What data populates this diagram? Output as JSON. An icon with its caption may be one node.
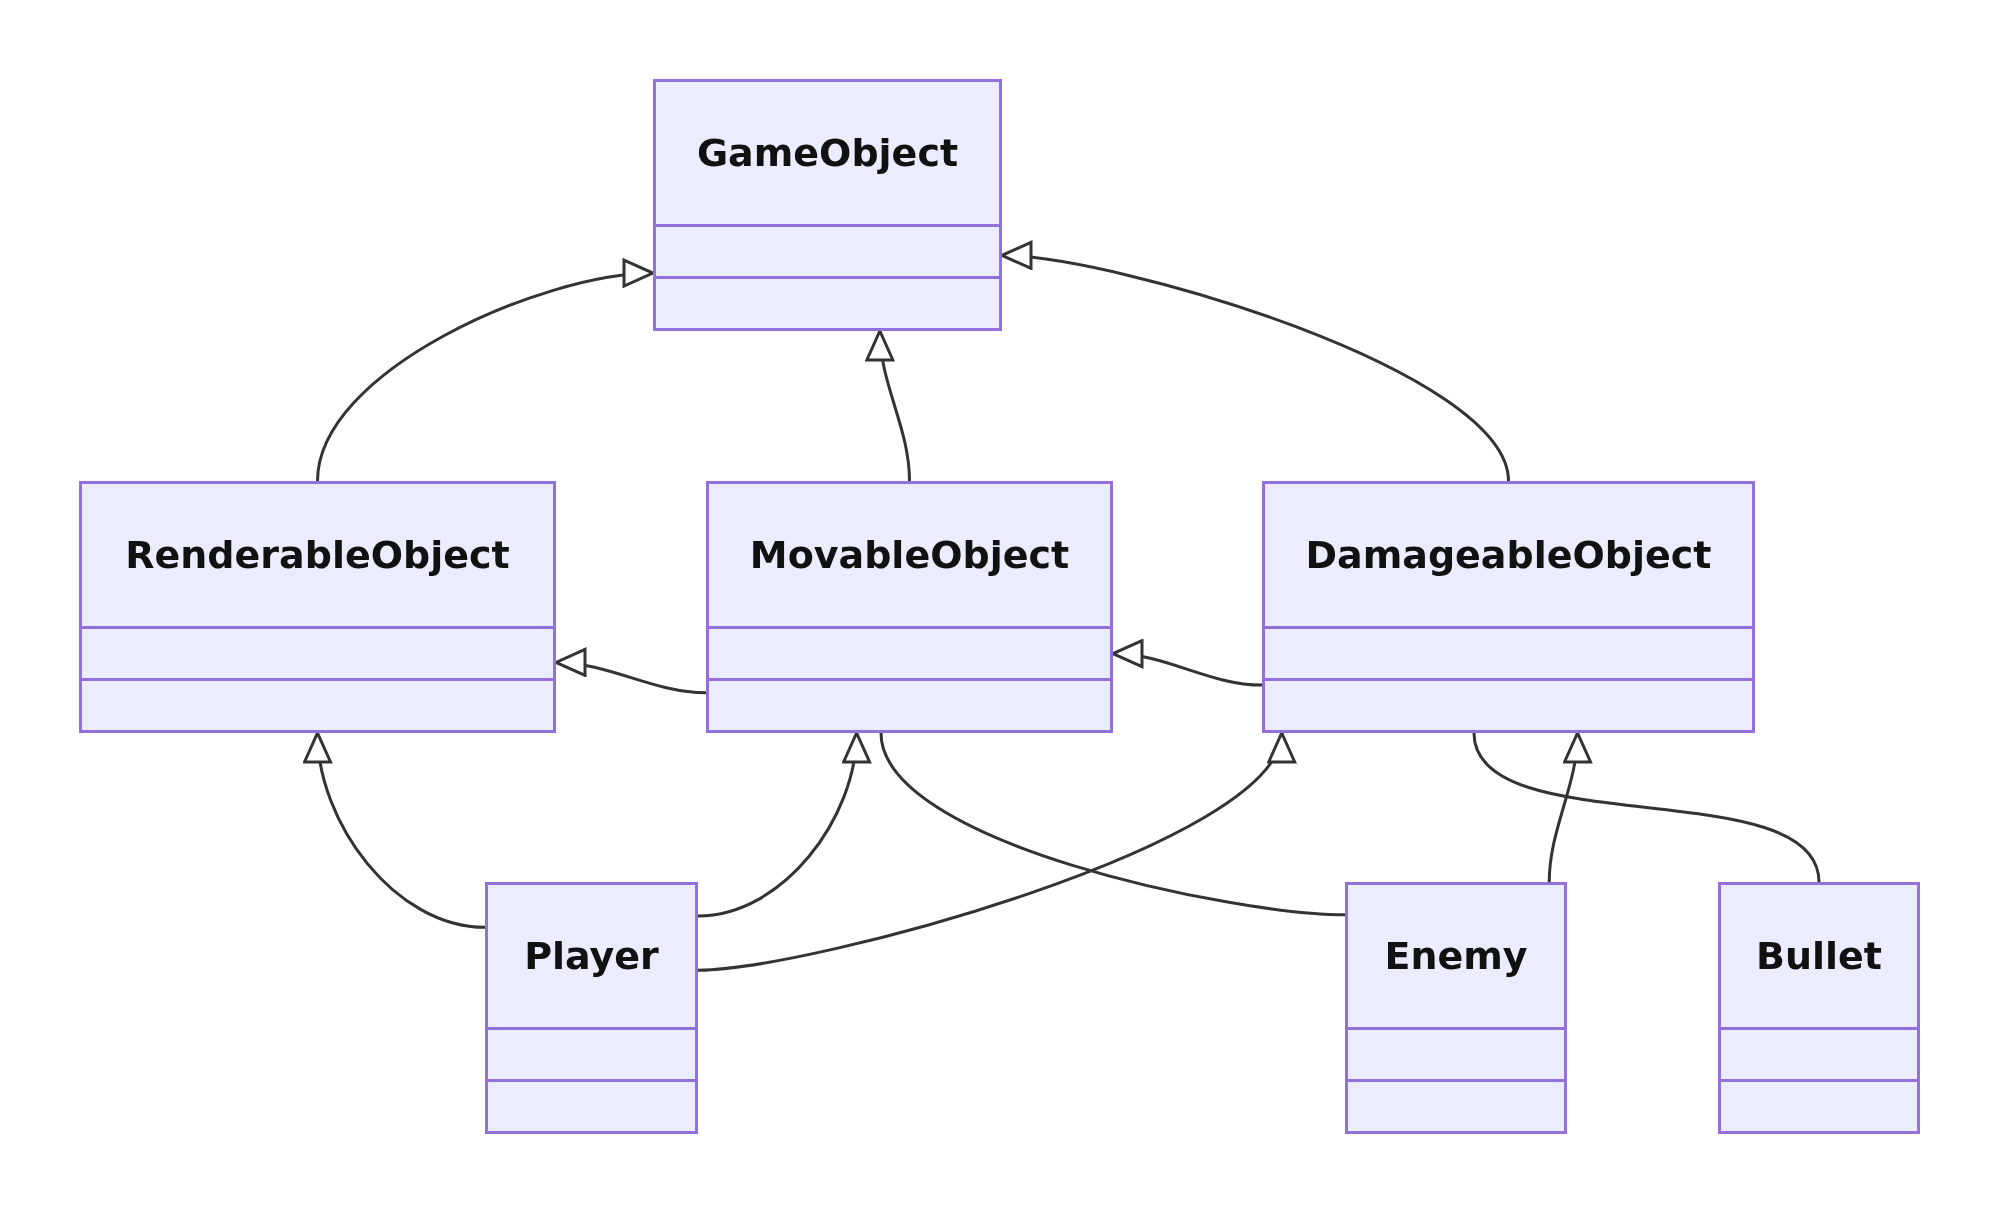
{
  "diagram": {
    "nodes": [
      {
        "text": [
          "GameObject"
        ]
      },
      {
        "text": [
          "RenderableObject"
        ]
      },
      {
        "text": [
          "MovableObject"
        ]
      },
      {
        "text": [
          "DamageableObject"
        ]
      },
      {
        "text": [
          "Player"
        ]
      },
      {
        "text": [
          "Enemy"
        ]
      },
      {
        "text": [
          "Bullet"
        ]
      }
    ],
    "edges": [
      {
        "from": 1,
        "to": 0,
        "arrow": "to"
      },
      {
        "from": 2,
        "to": 0,
        "arrow": "to"
      },
      {
        "from": 3,
        "to": 0,
        "arrow": "to"
      },
      {
        "from": 2,
        "to": 1,
        "arrow": "to"
      },
      {
        "from": 3,
        "to": 2,
        "arrow": "to"
      },
      {
        "from": 4,
        "to": 1,
        "arrow": "to"
      },
      {
        "from": 4,
        "to": 2,
        "arrow": "to"
      },
      {
        "from": 4,
        "to": 3,
        "arrow": "to"
      },
      {
        "from": 5,
        "to": 2,
        "arrow": "none"
      },
      {
        "from": 5,
        "to": 3,
        "arrow": "to"
      },
      {
        "from": 6,
        "to": 3,
        "arrow": "none"
      }
    ]
  }
}
